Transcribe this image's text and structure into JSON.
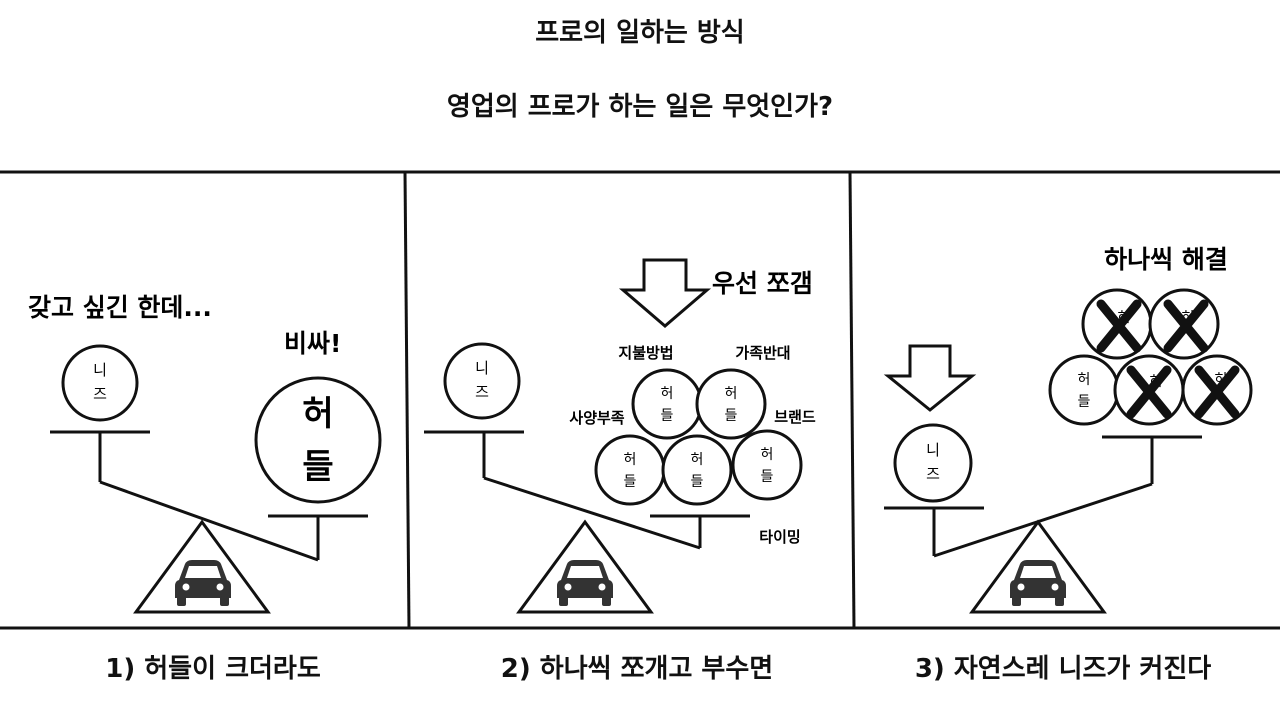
{
  "header": {
    "title": "프로의 일하는 방식",
    "subtitle": "영업의 프로가 하는 일은 무엇인가?"
  },
  "panel1": {
    "caption": "1) 허들이 크더라도",
    "speech_left": "갖고 싶긴 한데...",
    "speech_right": "비싸!",
    "needs_line1": "니",
    "needs_line2": "즈",
    "hurdle_line1": "허",
    "hurdle_line2": "들"
  },
  "panel2": {
    "caption": "2) 하나씩 쪼개고 부수면",
    "arrow_label": "우선 쪼갬",
    "needs_line1": "니",
    "needs_line2": "즈",
    "hurdle_line1": "허",
    "hurdle_line2": "들",
    "tags": {
      "payment": "지불방법",
      "family": "가족반대",
      "spec": "사양부족",
      "brand": "브랜드",
      "timing": "타이밍"
    }
  },
  "panel3": {
    "caption": "3) 자연스레 니즈가 커진다",
    "solve_label": "하나씩 해결",
    "needs_line1": "니",
    "needs_line2": "즈",
    "hurdle_line1": "허",
    "hurdle_line2": "들"
  },
  "icons": [
    "car-icon",
    "down-arrow-icon",
    "cross-icon"
  ],
  "colors": {
    "ink": "#111111",
    "background": "#ffffff"
  }
}
